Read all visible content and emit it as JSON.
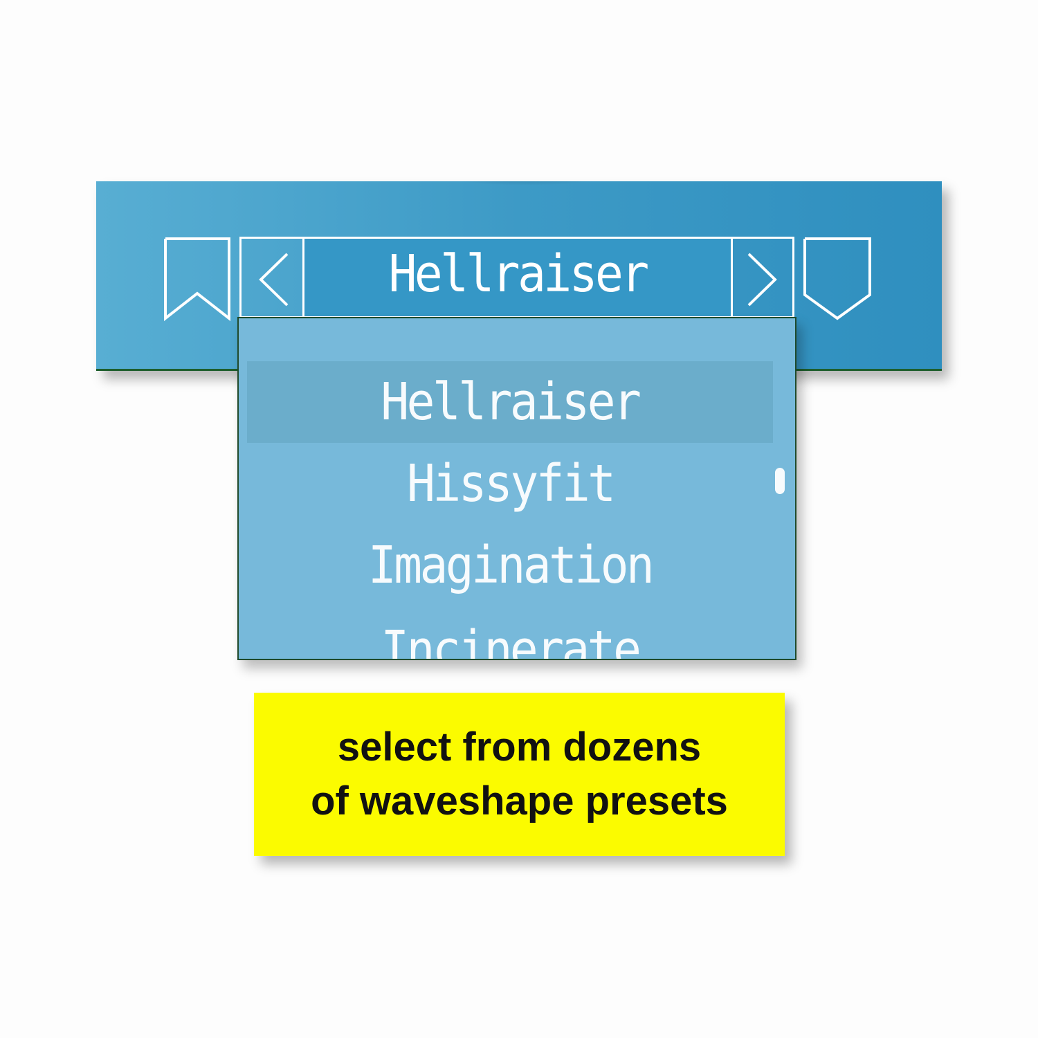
{
  "preset_bar": {
    "current_preset": "Hellraiser",
    "prev_icon": "chevron-left-icon",
    "next_icon": "chevron-right-icon",
    "save_icon": "bookmark-icon",
    "load_icon": "shield-bookmark-icon"
  },
  "dropdown": {
    "items": [
      {
        "label": "Hellraiser",
        "selected": true
      },
      {
        "label": "Hissyfit",
        "selected": false
      },
      {
        "label": "Imagination",
        "selected": false
      },
      {
        "label": "Incinerate",
        "selected": false
      }
    ]
  },
  "caption": {
    "line1": "select from dozens",
    "line2": "of waveshape presets"
  },
  "colors": {
    "panel": "#3d9ac6",
    "dropdown_bg": "#77b9da",
    "dropdown_selected": "#6badcb",
    "caption_bg": "#fbfb00",
    "text": "#ffffff"
  }
}
